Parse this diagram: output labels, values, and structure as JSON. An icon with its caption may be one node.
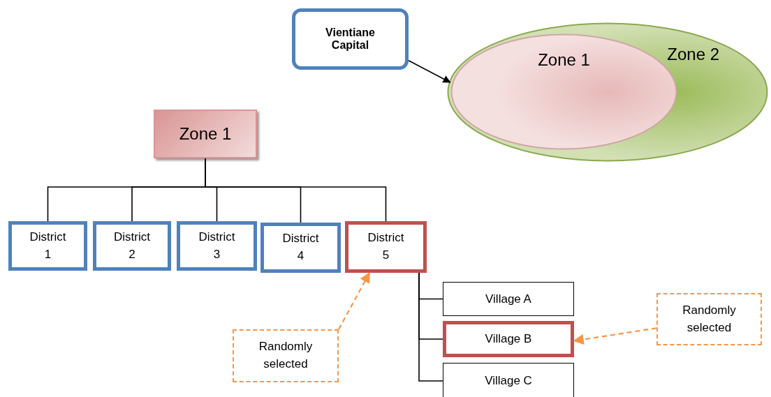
{
  "diagram": {
    "nodes": [
      {
        "text": [
          "Vientiane Capital"
        ]
      },
      {
        "text": [
          "Zone 2"
        ]
      },
      {
        "text": [
          "Zone 1"
        ],
        "in": 1
      },
      {
        "text": [
          "Zone 1"
        ]
      },
      {
        "text": [
          "District 1"
        ]
      },
      {
        "text": [
          "District 2"
        ]
      },
      {
        "text": [
          "District 3"
        ]
      },
      {
        "text": [
          "District 4"
        ]
      },
      {
        "text": [
          "District 5"
        ]
      },
      {
        "text": [
          "Village A"
        ]
      },
      {
        "text": [
          "Village B"
        ]
      },
      {
        "text": [
          "Village C"
        ]
      },
      {
        "text": [
          "Randomly selected"
        ]
      },
      {
        "text": [
          "Randomly selected"
        ]
      }
    ],
    "edges": [
      {
        "from": 0,
        "to": 1,
        "arrow": "to"
      },
      {
        "from": 3,
        "to": 4,
        "arrow": "none"
      },
      {
        "from": 3,
        "to": 5,
        "arrow": "none"
      },
      {
        "from": 3,
        "to": 6,
        "arrow": "none"
      },
      {
        "from": 3,
        "to": 7,
        "arrow": "none"
      },
      {
        "from": 3,
        "to": 8,
        "arrow": "none"
      },
      {
        "from": 8,
        "to": 9,
        "arrow": "none"
      },
      {
        "from": 8,
        "to": 10,
        "arrow": "none"
      },
      {
        "from": 8,
        "to": 11,
        "arrow": "none"
      },
      {
        "from": 12,
        "to": 8,
        "arrow": "to",
        "style": "dashed",
        "color": "#f79646"
      },
      {
        "from": 13,
        "to": 10,
        "arrow": "to",
        "style": "dashed",
        "color": "#f79646"
      }
    ]
  }
}
